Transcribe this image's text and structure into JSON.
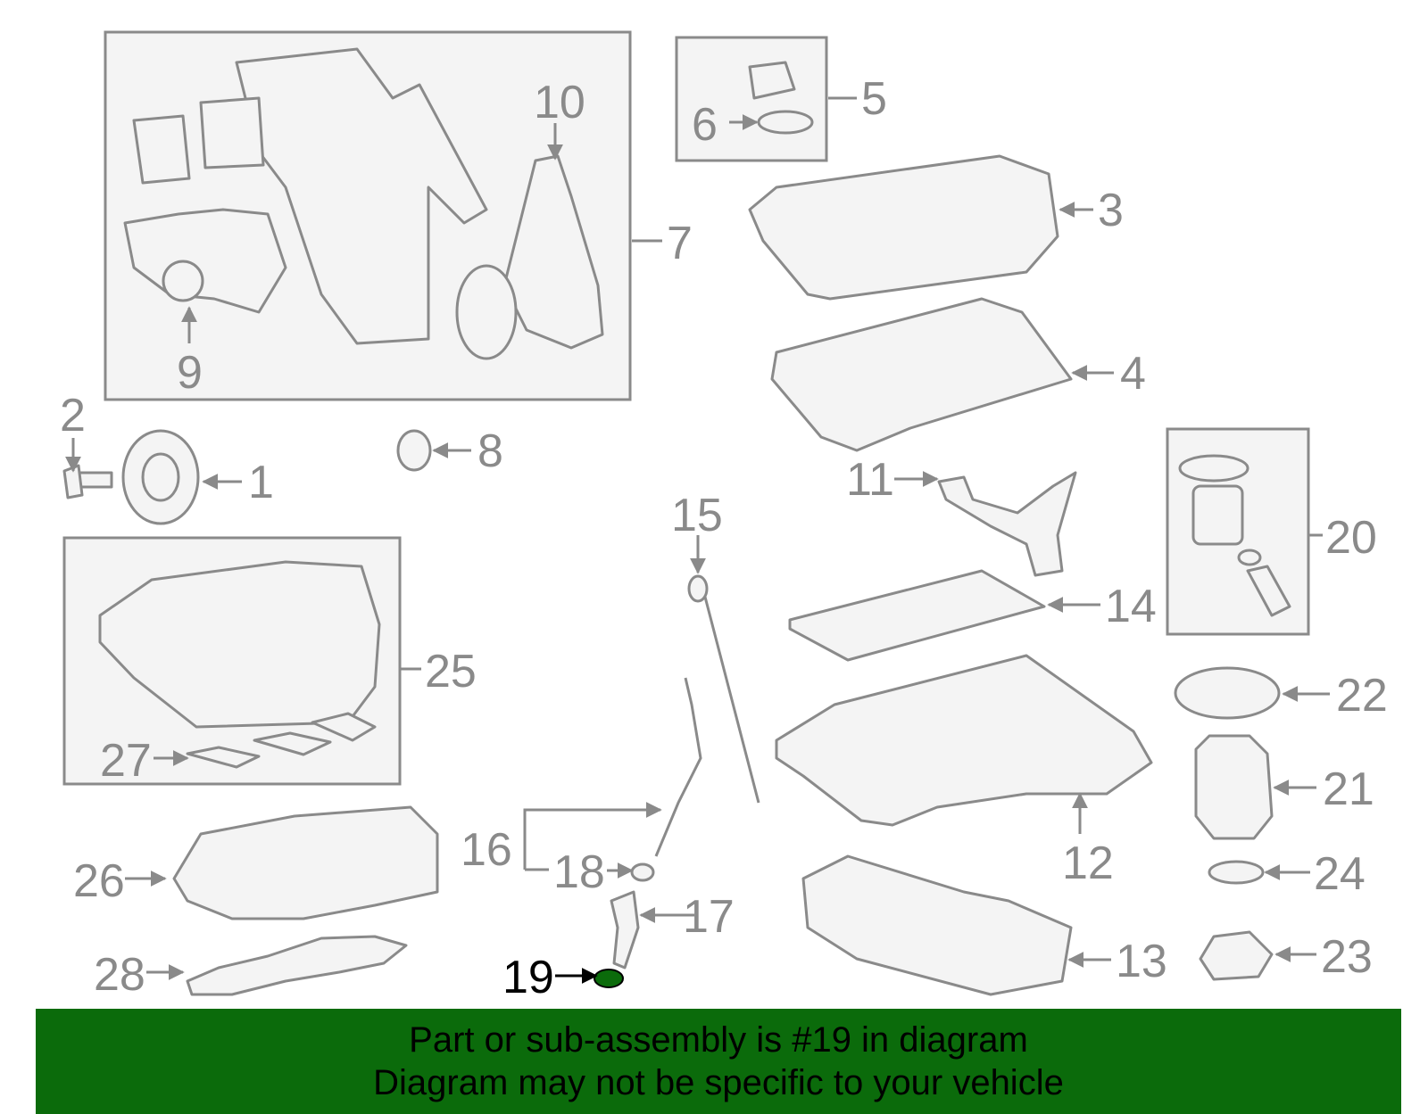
{
  "diagram": {
    "callouts": [
      {
        "num": "1"
      },
      {
        "num": "2"
      },
      {
        "num": "3"
      },
      {
        "num": "4"
      },
      {
        "num": "5"
      },
      {
        "num": "6"
      },
      {
        "num": "7"
      },
      {
        "num": "8"
      },
      {
        "num": "9"
      },
      {
        "num": "10"
      },
      {
        "num": "11"
      },
      {
        "num": "12"
      },
      {
        "num": "13"
      },
      {
        "num": "14"
      },
      {
        "num": "15"
      },
      {
        "num": "16"
      },
      {
        "num": "17"
      },
      {
        "num": "18"
      },
      {
        "num": "19"
      },
      {
        "num": "20"
      },
      {
        "num": "21"
      },
      {
        "num": "22"
      },
      {
        "num": "23"
      },
      {
        "num": "24"
      },
      {
        "num": "25"
      },
      {
        "num": "26"
      },
      {
        "num": "27"
      },
      {
        "num": "28"
      }
    ],
    "highlight_color": "#0b6b0b",
    "line_color": "#8a8a8a"
  },
  "banner": {
    "line1": "Part or sub-assembly is #19 in diagram",
    "line2": "Diagram may not be specific to your vehicle",
    "background": "#0b6b0b"
  }
}
